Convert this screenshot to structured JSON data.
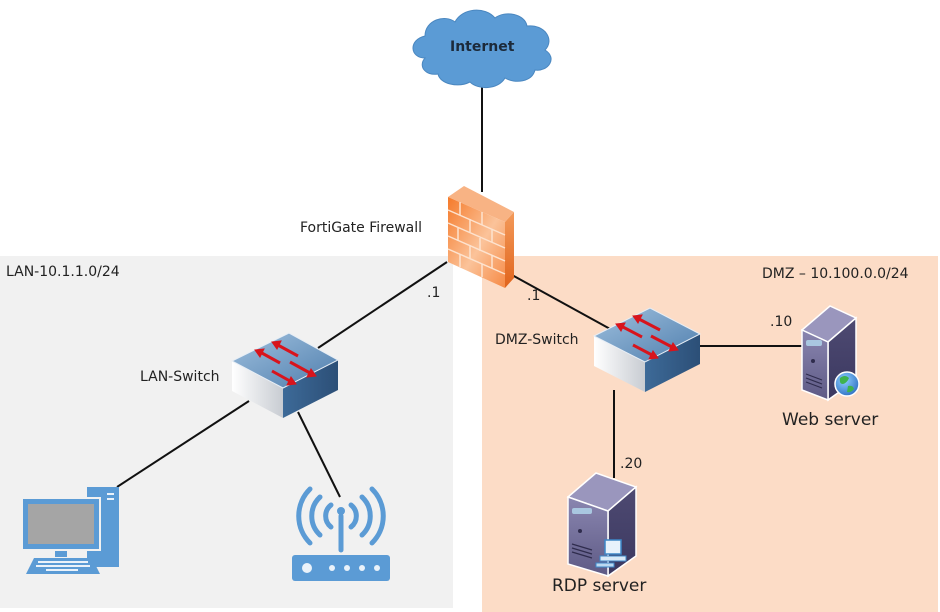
{
  "diagram": {
    "title": "FortiGate network topology",
    "zones": [
      {
        "id": "lan",
        "label": "LAN-10.1.1.0/24",
        "color": "#f1f1f1"
      },
      {
        "id": "dmz",
        "label": "DMZ – 10.100.0.0/24",
        "color": "#fcdcc6"
      }
    ],
    "nodes": {
      "internet": {
        "label": "Internet",
        "icon": "cloud-icon",
        "color": "#5b9bd5"
      },
      "firewall": {
        "label": "FortiGate Firewall",
        "icon": "firewall-icon",
        "color": "#f58a3c"
      },
      "lan_switch": {
        "label": "LAN-Switch",
        "icon": "switch-icon",
        "color": "#5f8fbf"
      },
      "dmz_switch": {
        "label": "DMZ-Switch",
        "icon": "switch-icon",
        "color": "#5f8fbf"
      },
      "web_server": {
        "label": "Web server",
        "icon": "server-globe-icon",
        "color": "#5e5a85"
      },
      "rdp_server": {
        "label": "RDP server",
        "icon": "server-desktop-icon",
        "color": "#5e5a85"
      },
      "pc": {
        "label": "",
        "icon": "desktop-computer-icon",
        "color": "#5b9bd5"
      },
      "wireless_ap": {
        "label": "",
        "icon": "wireless-router-icon",
        "color": "#5b9bd5"
      }
    },
    "links": [
      {
        "from": "internet",
        "to": "firewall",
        "label": ""
      },
      {
        "from": "firewall",
        "to": "lan_switch",
        "label": ".1"
      },
      {
        "from": "firewall",
        "to": "dmz_switch",
        "label": ".1"
      },
      {
        "from": "dmz_switch",
        "to": "web_server",
        "label": ".10"
      },
      {
        "from": "dmz_switch",
        "to": "rdp_server",
        "label": ".20"
      },
      {
        "from": "lan_switch",
        "to": "pc",
        "label": ""
      },
      {
        "from": "lan_switch",
        "to": "wireless_ap",
        "label": ""
      }
    ]
  }
}
